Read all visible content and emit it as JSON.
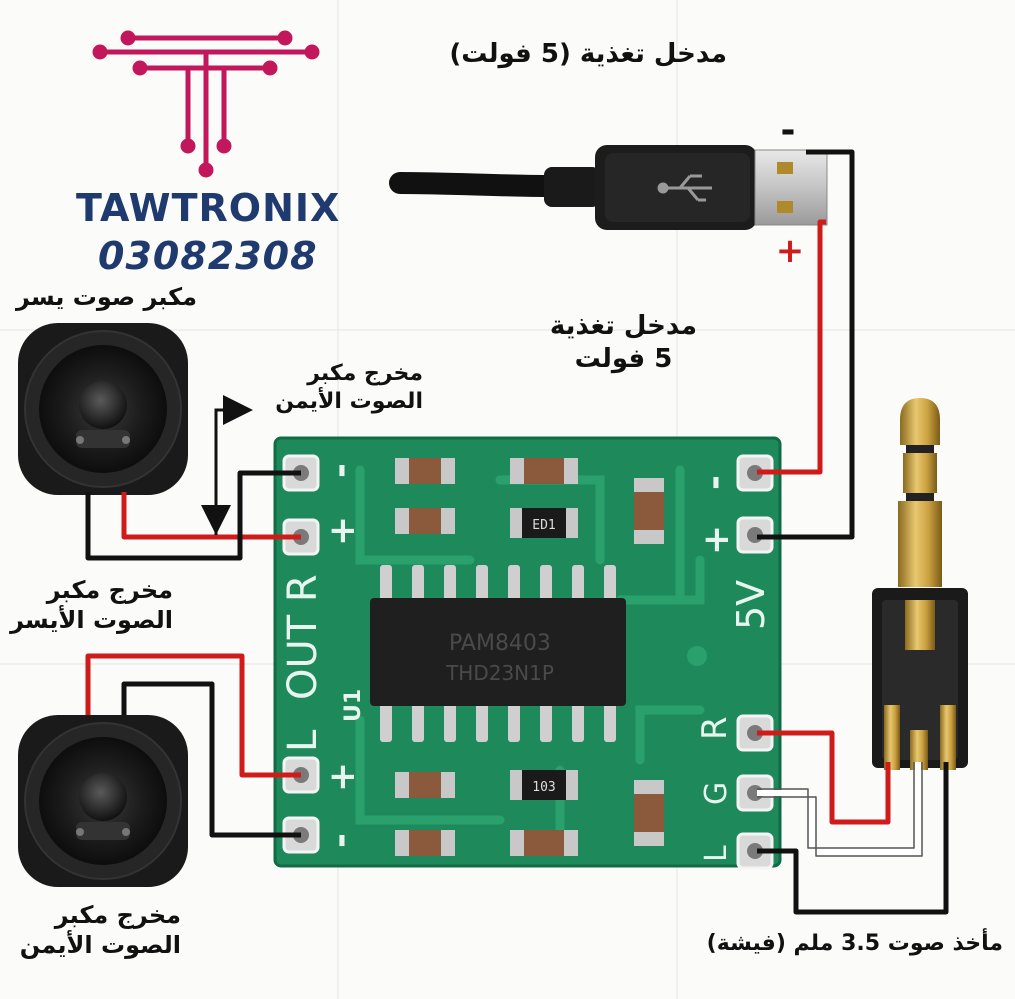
{
  "brand": {
    "name": "TAWTRONIX",
    "phone": "03082308",
    "logo_icon": "circuit-t-logo",
    "logo_color": "#c2185b",
    "text_color": "#1f3a6e"
  },
  "labels": {
    "power_input_top": "مدخل تغذية (5 فولت)",
    "minus_sign": "-",
    "plus_sign": "+",
    "power_input_line1": "مدخل تغذية",
    "power_input_line2": "5 فولت",
    "speaker_left_title": "مكبر صوت يسر",
    "right_out_line1": "مخرج مكبر",
    "right_out_line2": "الصوت الأيمن",
    "left_out_line1": "مخرج مكبر",
    "left_out_line2": "الصوت الأيسر",
    "right_out2_line1": "مخرج مكبر",
    "right_out2_line2": "الصوت الأيمن",
    "jack_label": "مأخذ صوت 3.5 ملم (فيشة)"
  },
  "board": {
    "chip_line1": "PAM8403",
    "chip_line2": "THD23N1P",
    "chip_ref": "U1",
    "smd_ed1": "ED1",
    "smd_103": "103",
    "silk_out_r": "OUT R",
    "silk_l": "L",
    "silk_5v": "5V",
    "pin_r": "R",
    "pin_g": "G",
    "pin_l": "L",
    "pad_minus": "-",
    "pad_plus": "+",
    "pcb_color": "#1e8a5c",
    "wire_red": "#d01b1b",
    "wire_black": "#111111"
  },
  "icons": {
    "usb": "usb-plug-icon",
    "usb_symbol": "usb-symbol-icon",
    "speaker": "speaker-icon",
    "jack": "audio-jack-icon",
    "arrow": "arrow-icon"
  }
}
